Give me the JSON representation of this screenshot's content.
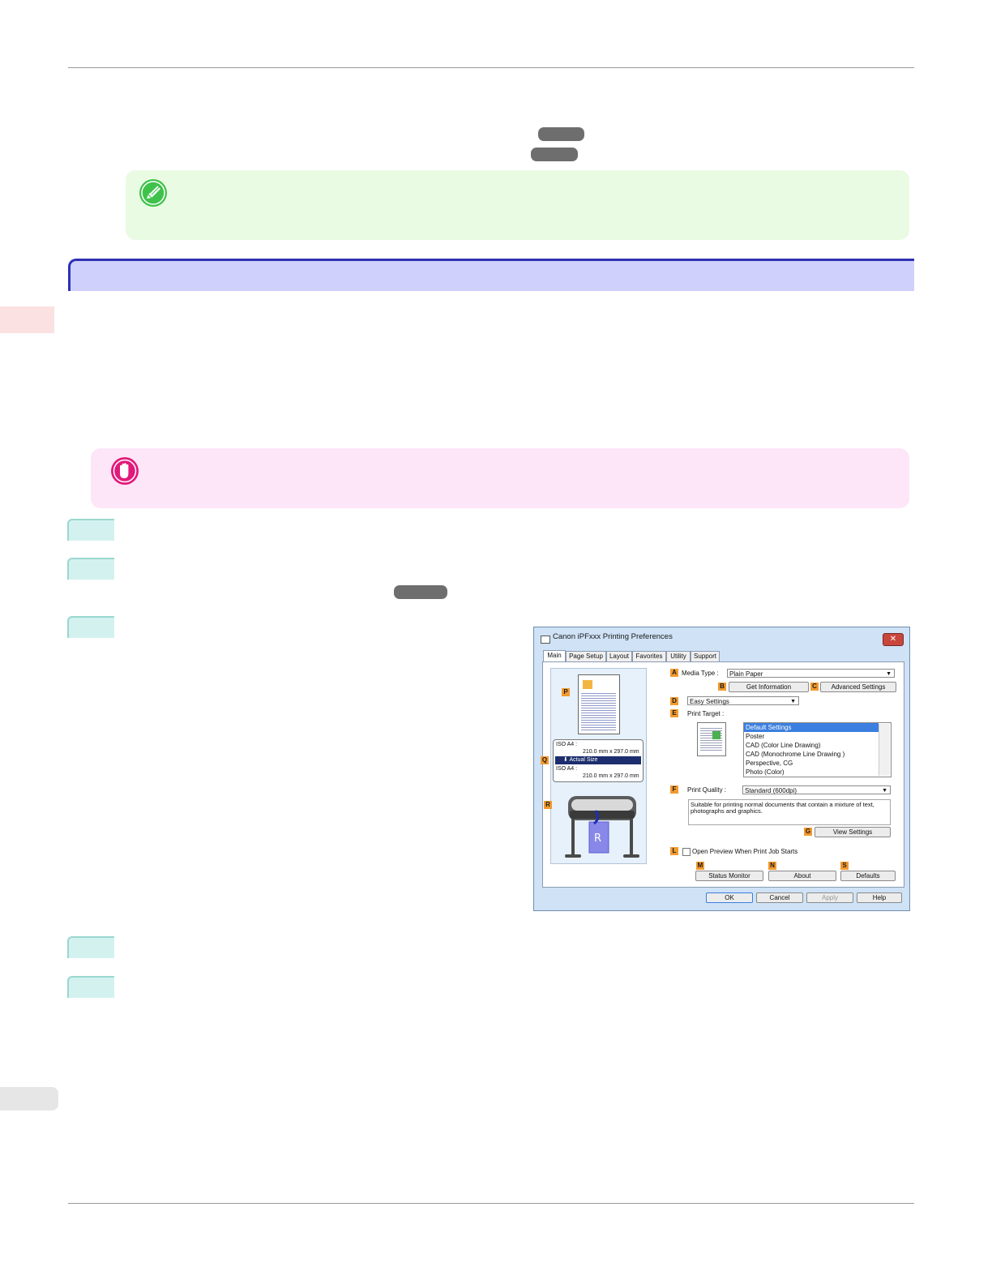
{
  "dialog": {
    "title": "Canon iPFxxx Printing Preferences",
    "close_glyph": "✕",
    "tabs": [
      "Main",
      "Page Setup",
      "Layout",
      "Favorites",
      "Utility",
      "Support"
    ],
    "badges": {
      "A": "A",
      "B": "B",
      "C": "C",
      "D": "D",
      "E": "E",
      "F": "F",
      "G": "G",
      "L": "L",
      "M": "M",
      "N": "N",
      "S": "S",
      "P": "P",
      "Q": "Q",
      "R": "R"
    },
    "media_type_label": "Media Type :",
    "media_type_value": "Plain Paper",
    "get_information": "Get Information",
    "advanced_settings": "Advanced Settings",
    "mode_value": "Easy Settings",
    "print_target_label": "Print Target :",
    "print_targets": [
      "Default Settings",
      "Poster",
      "CAD (Color Line Drawing)",
      "CAD (Monochrome Line Drawing )",
      "Perspective, CG",
      "Photo (Color)"
    ],
    "print_quality_label": "Print Quality :",
    "print_quality_value": "Standard (600dpi)",
    "description": "Suitable for printing normal documents that contain a mixture of text, photographs and graphics.",
    "view_settings": "View Settings",
    "open_preview_label": "Open Preview When Print Job Starts",
    "status_monitor": "Status Monitor",
    "about": "About",
    "defaults": "Defaults",
    "ok": "OK",
    "cancel": "Cancel",
    "apply": "Apply",
    "help": "Help",
    "size_original_label": "ISO A4 :",
    "size_original_dims": "210.0 mm x 297.0 mm",
    "actual_size": "Actual Size",
    "size_output_label": "ISO A4 :",
    "size_output_dims": "210.0 mm x 297.0 mm",
    "printer_mark": "R"
  },
  "colors": {
    "note_bg": "#e9fbe3",
    "important_bg": "#fde6f7",
    "section_head": "#cfd0fb",
    "step_badge": "#d3f2ef",
    "accent_orange": "#f29a2e"
  }
}
